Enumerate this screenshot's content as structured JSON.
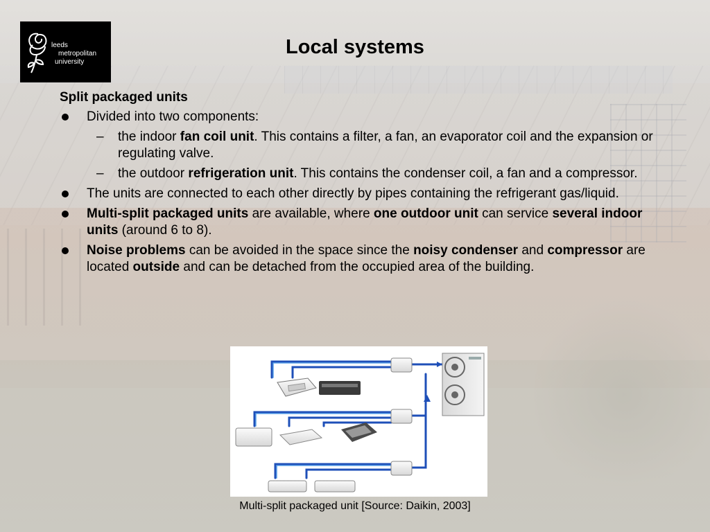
{
  "logo": {
    "lines": [
      "leeds",
      "metropolitan",
      "university"
    ]
  },
  "title": "Local systems",
  "section_heading": "Split packaged units",
  "bullets": [
    {
      "text": [
        {
          "t": "Divided into two components:",
          "b": false
        }
      ],
      "subs": [
        [
          {
            "t": "the indoor ",
            "b": false
          },
          {
            "t": "fan coil unit",
            "b": true
          },
          {
            "t": ". This contains a filter, a fan, an evaporator coil and the expansion or regulating valve.",
            "b": false
          }
        ],
        [
          {
            "t": "the outdoor ",
            "b": false
          },
          {
            "t": "refrigeration unit",
            "b": true
          },
          {
            "t": ". This contains the condenser coil, a fan and a compressor.",
            "b": false
          }
        ]
      ]
    },
    {
      "text": [
        {
          "t": "The units are connected to each other directly by pipes containing the refrigerant gas/liquid.",
          "b": false
        }
      ],
      "subs": []
    },
    {
      "text": [
        {
          "t": "Multi-split packaged units",
          "b": true
        },
        {
          "t": " are available, where ",
          "b": false
        },
        {
          "t": "one outdoor unit",
          "b": true
        },
        {
          "t": " can service ",
          "b": false
        },
        {
          "t": "several indoor units",
          "b": true
        },
        {
          "t": " (around 6 to 8).",
          "b": false
        }
      ],
      "subs": []
    },
    {
      "text": [
        {
          "t": "Noise problems",
          "b": true
        },
        {
          "t": " can be avoided in the space since the ",
          "b": false
        },
        {
          "t": "noisy condenser",
          "b": true
        },
        {
          "t": " and ",
          "b": false
        },
        {
          "t": "compressor",
          "b": true
        },
        {
          "t": " are located ",
          "b": false
        },
        {
          "t": "outside",
          "b": true
        },
        {
          "t": " and can be detached from the occupied area of the building.",
          "b": false
        }
      ],
      "subs": []
    }
  ],
  "sub_marker": "–",
  "figure_caption": "Multi-split packaged unit [Source: Daikin, 2003]",
  "colors": {
    "pipe": "#1e4fb8",
    "pipe_light": "#5aa0e8",
    "unit_body": "#efefef",
    "unit_dark": "#3a3a3a"
  },
  "icons": [
    "rose-logo-icon",
    "bullet-dot-icon"
  ]
}
